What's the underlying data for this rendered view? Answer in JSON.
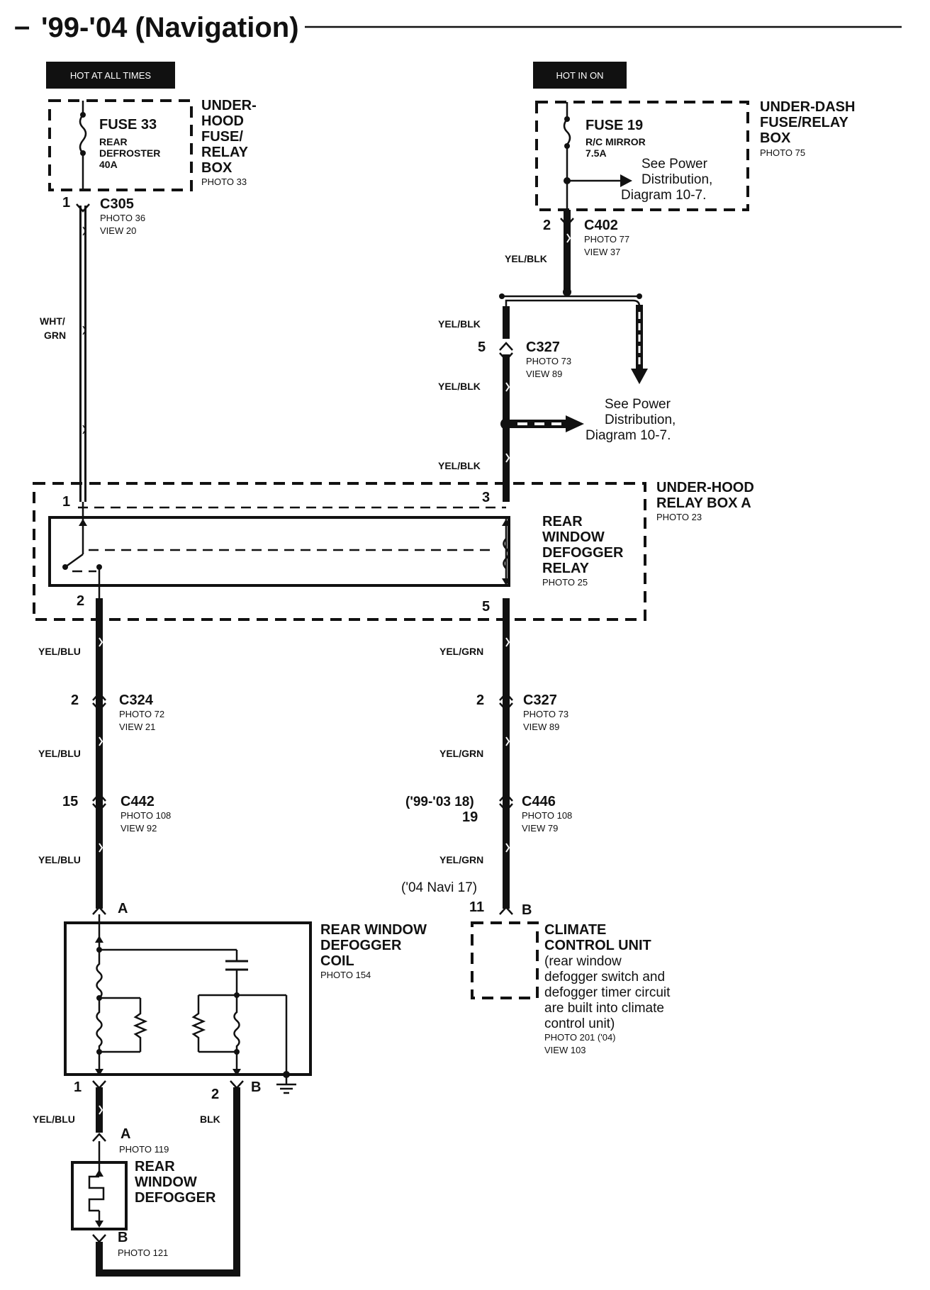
{
  "header": {
    "dash": "–",
    "title": "'99-'04 (Navigation)"
  },
  "badges": {
    "hot_at_all_times": "HOT AT ALL TIMES",
    "hot_in_on": "HOT IN ON"
  },
  "fuse33": {
    "name": "FUSE 33",
    "line1": "REAR",
    "line2": "DEFROSTER",
    "amp": "40A",
    "box_l1": "UNDER-",
    "box_l2": "HOOD",
    "box_l3": "FUSE/",
    "box_l4": "RELAY",
    "box_l5": "BOX",
    "photo": "PHOTO 33"
  },
  "fuse19": {
    "name": "FUSE 19",
    "line1": "R/C MIRROR",
    "amp": "7.5A",
    "box_l1": "UNDER-DASH",
    "box_l2": "FUSE/RELAY",
    "box_l3": "BOX",
    "photo": "PHOTO 75",
    "see_l1": "See Power",
    "see_l2": "Distribution,",
    "see_l3": "Diagram 10-7."
  },
  "c305": {
    "pin": "1",
    "name": "C305",
    "photo": "PHOTO 36",
    "view": "VIEW 20"
  },
  "c402": {
    "pin": "2",
    "name": "C402",
    "photo": "PHOTO 77",
    "view": "VIEW 37"
  },
  "c327_top": {
    "pin": "5",
    "name": "C327",
    "photo": "PHOTO 73",
    "view": "VIEW 89"
  },
  "see_power_mid": {
    "l1": "See Power",
    "l2": "Distribution,",
    "l3": "Diagram 10-7."
  },
  "wire_colors": {
    "wht_grn_1": "WHT/",
    "wht_grn_2": "GRN",
    "yel_blk": "YEL/BLK",
    "yel_blu": "YEL/BLU",
    "yel_grn": "YEL/GRN",
    "blk": "BLK"
  },
  "relay_box": {
    "l1": "UNDER-HOOD",
    "l2": "RELAY BOX A",
    "photo": "PHOTO 23",
    "pin1": "1",
    "pin3": "3",
    "pin2": "2",
    "pin5": "5"
  },
  "relay": {
    "l1": "REAR",
    "l2": "WINDOW",
    "l3": "DEFOGGER",
    "l4": "RELAY",
    "photo": "PHOTO 25"
  },
  "c324": {
    "pin": "2",
    "name": "C324",
    "photo": "PHOTO 72",
    "view": "VIEW 21"
  },
  "c327_low": {
    "pin": "2",
    "name": "C327",
    "photo": "PHOTO 73",
    "view": "VIEW 89"
  },
  "c442": {
    "pin": "15",
    "name": "C442",
    "photo": "PHOTO 108",
    "view": "VIEW 92"
  },
  "c446": {
    "pin_note": "('99-'03 18)",
    "pin": "19",
    "name": "C446",
    "photo": "PHOTO 108",
    "view": "VIEW 79"
  },
  "navi_note": "('04 Navi 17)",
  "coil": {
    "pinA": "A",
    "l1": "REAR WINDOW",
    "l2": "DEFOGGER",
    "l3": "COIL",
    "photo": "PHOTO 154",
    "pin1": "1",
    "pin2": "2",
    "pinB": "B"
  },
  "climate": {
    "pin": "11",
    "conn": "B",
    "l1": "CLIMATE",
    "l2": "CONTROL UNIT",
    "d1": "(rear window",
    "d2": "defogger switch and",
    "d3": "defogger timer circuit",
    "d4": "are built into climate",
    "d5": "control unit)",
    "photo": "PHOTO 201 ('04)",
    "view": "VIEW 103"
  },
  "defogger": {
    "pinA": "A",
    "photoA": "PHOTO 119",
    "l1": "REAR",
    "l2": "WINDOW",
    "l3": "DEFOGGER",
    "pinB": "B",
    "photoB": "PHOTO 121"
  }
}
